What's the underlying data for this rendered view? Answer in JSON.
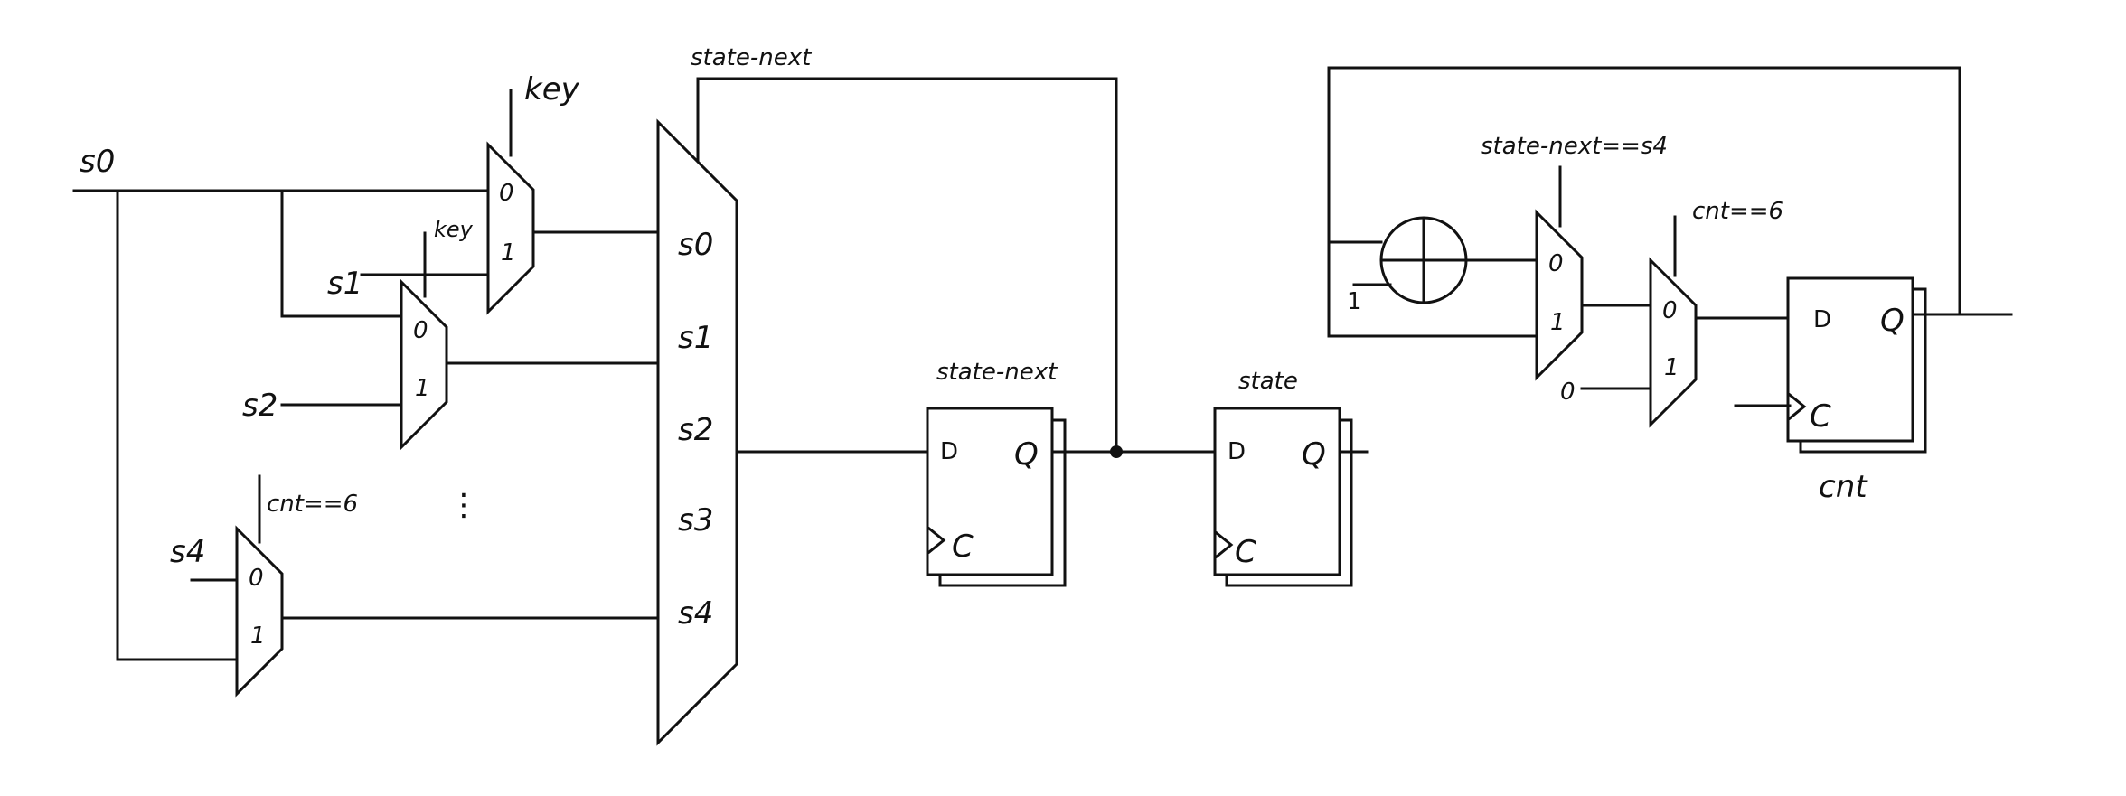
{
  "labels": {
    "s0_in": "s0",
    "s1_in": "s1",
    "s2_in": "s2",
    "s4_in": "s4",
    "key_top": "key",
    "key_small": "key",
    "cnt_eq_6_left": "cnt==6",
    "state_next_top": "state-next",
    "state_next_reg": "state-next",
    "state_reg": "state",
    "state_next_eq_s4": "state-next==s4",
    "cnt_eq_6_right": "cnt==6",
    "cnt_reg": "cnt",
    "const_one": "1",
    "const_zero": "0",
    "ellipsis": "⋮"
  },
  "mux_ports": {
    "zero": "0",
    "one": "1"
  },
  "big_mux_inputs": [
    "s0",
    "s1",
    "s2",
    "s3",
    "s4"
  ],
  "flipflop_ports": {
    "d": "D",
    "q": "Q",
    "clk": "C"
  },
  "icons": {
    "adder": "plus-circle-icon",
    "clock": "clock-triangle-icon"
  }
}
